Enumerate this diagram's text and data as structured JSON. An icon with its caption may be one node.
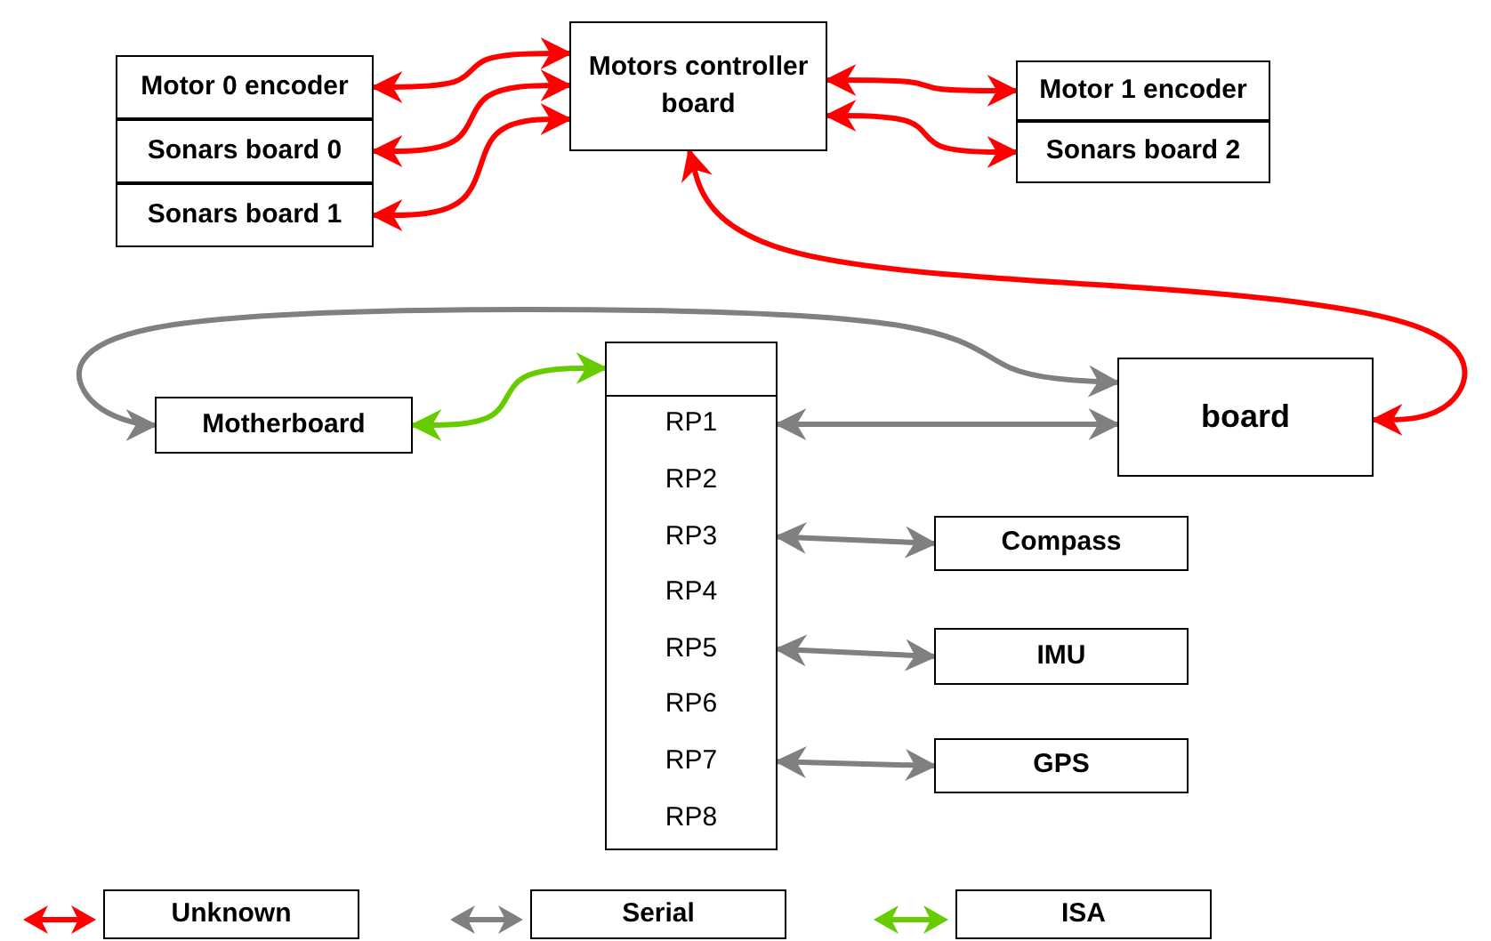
{
  "diagram": {
    "nodes": [
      {
        "text": [
          "Motor 0 encoder"
        ]
      },
      {
        "text": [
          "Sonars board 0"
        ]
      },
      {
        "text": [
          "Sonars board 1"
        ]
      },
      {
        "text": [
          "Motors controller board"
        ]
      },
      {
        "text": [
          "Motor 1 encoder"
        ]
      },
      {
        "text": [
          "Sonars board 2"
        ]
      },
      {
        "text": [
          "Motherboard"
        ]
      },
      {
        "text": [],
        "shape": "box"
      },
      {
        "text": [],
        "shape": "box",
        "in": 7
      },
      {
        "text": [
          "RP1"
        ],
        "in": 7
      },
      {
        "text": [
          "RP2"
        ],
        "in": 7
      },
      {
        "text": [
          "RP3"
        ],
        "in": 7
      },
      {
        "text": [
          "RP4"
        ],
        "in": 7
      },
      {
        "text": [
          "RP5"
        ],
        "in": 7
      },
      {
        "text": [
          "RP6"
        ],
        "in": 7
      },
      {
        "text": [
          "RP7"
        ],
        "in": 7
      },
      {
        "text": [
          "RP8"
        ],
        "in": 7
      },
      {
        "text": [
          "board"
        ]
      },
      {
        "text": [
          "Compass"
        ]
      },
      {
        "text": [
          "IMU"
        ]
      },
      {
        "text": [
          "GPS"
        ]
      }
    ],
    "edges": [
      {
        "from": 0,
        "to": 3,
        "arrow": "both"
      },
      {
        "from": 1,
        "to": 3,
        "arrow": "both"
      },
      {
        "from": 2,
        "to": 3,
        "arrow": "both"
      },
      {
        "from": 3,
        "to": 4,
        "arrow": "both"
      },
      {
        "from": 3,
        "to": 5,
        "arrow": "both"
      },
      {
        "from": 3,
        "to": 17,
        "arrow": "both"
      },
      {
        "from": 17,
        "to": 6,
        "arrow": "both",
        "color": "#808080"
      },
      {
        "from": 6,
        "to": 8,
        "arrow": "both",
        "color": "#66cc00"
      },
      {
        "from": 9,
        "to": 17,
        "arrow": "both",
        "color": "#808080"
      },
      {
        "from": 11,
        "to": 18,
        "arrow": "both",
        "color": "#808080"
      },
      {
        "from": 13,
        "to": 19,
        "arrow": "both",
        "color": "#808080"
      },
      {
        "from": 15,
        "to": 20,
        "arrow": "both",
        "color": "#808080"
      }
    ],
    "legend": [
      {
        "text": "Unknown",
        "color": "#ff0000"
      },
      {
        "text": "Serial",
        "color": "#808080"
      },
      {
        "text": "ISA",
        "color": "#66cc00"
      }
    ]
  }
}
